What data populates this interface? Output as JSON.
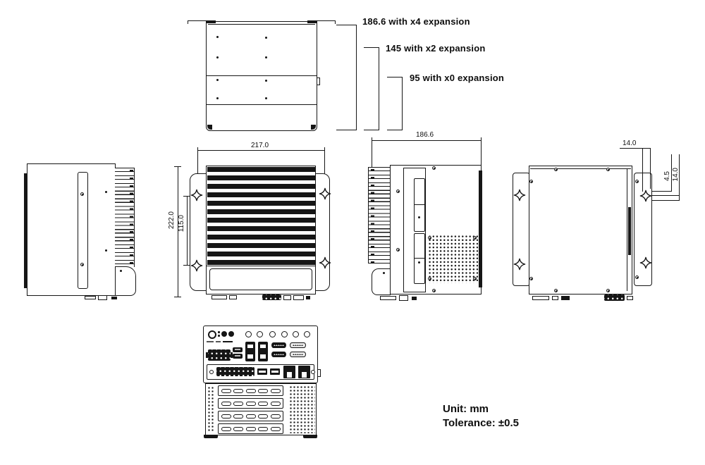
{
  "callouts": {
    "x4": "186.6 with x4 expansion",
    "x2": "145 with x2 expansion",
    "x0": "95 with x0 expansion"
  },
  "dimensions": {
    "front_width": "217.0",
    "front_height": "222.0",
    "front_hole_span": "115.0",
    "side_depth": "186.6",
    "rear_offset": "14.0",
    "rear_hole_inset": "4.5",
    "rear_hole_offset": "14.0"
  },
  "notes": {
    "unit": "Unit: mm",
    "tolerance": "Tolerance: ±0.5"
  }
}
